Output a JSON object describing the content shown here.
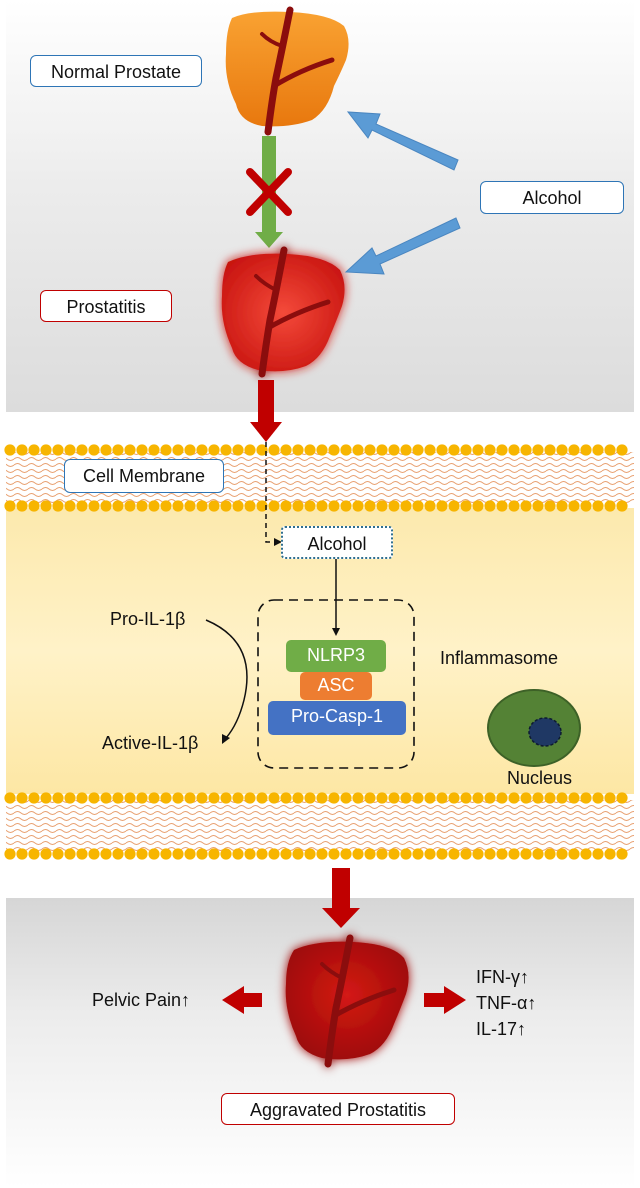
{
  "labels": {
    "normal_prostate": "Normal Prostate",
    "alcohol_top": "Alcohol",
    "prostatitis": "Prostatitis",
    "cell_membrane": "Cell Membrane",
    "alcohol_cell": "Alcohol",
    "pro_il": "Pro-IL-1β",
    "active_il": "Active-IL-1β",
    "inflammasome": "Inflammasome",
    "nucleus": "Nucleus",
    "pelvic_pain": "Pelvic Pain↑",
    "aggravated": "Aggravated Prostatitis"
  },
  "inflammasome_components": {
    "nlrp3": "NLRP3",
    "asc": "ASC",
    "procasp": "Pro-Casp-1"
  },
  "cytokines": [
    "IFN-γ↑",
    "TNF-α↑",
    "IL-17↑"
  ],
  "colors": {
    "normal_prostate": "#f08a1c",
    "prostatitis": "#e0201a",
    "aggravated": "#b80c0c",
    "vessel": "#8b0d0d",
    "blue_arrow": "#5b9bd5",
    "green_arrow": "#70ad47",
    "red_arrow": "#c00000",
    "membrane_bead": "#f7b500",
    "nlrp3": "#70ad47",
    "asc": "#ed7d31",
    "procasp": "#4472c4",
    "nucleus_outer": "#548235",
    "nucleus_inner": "#1f3864"
  }
}
